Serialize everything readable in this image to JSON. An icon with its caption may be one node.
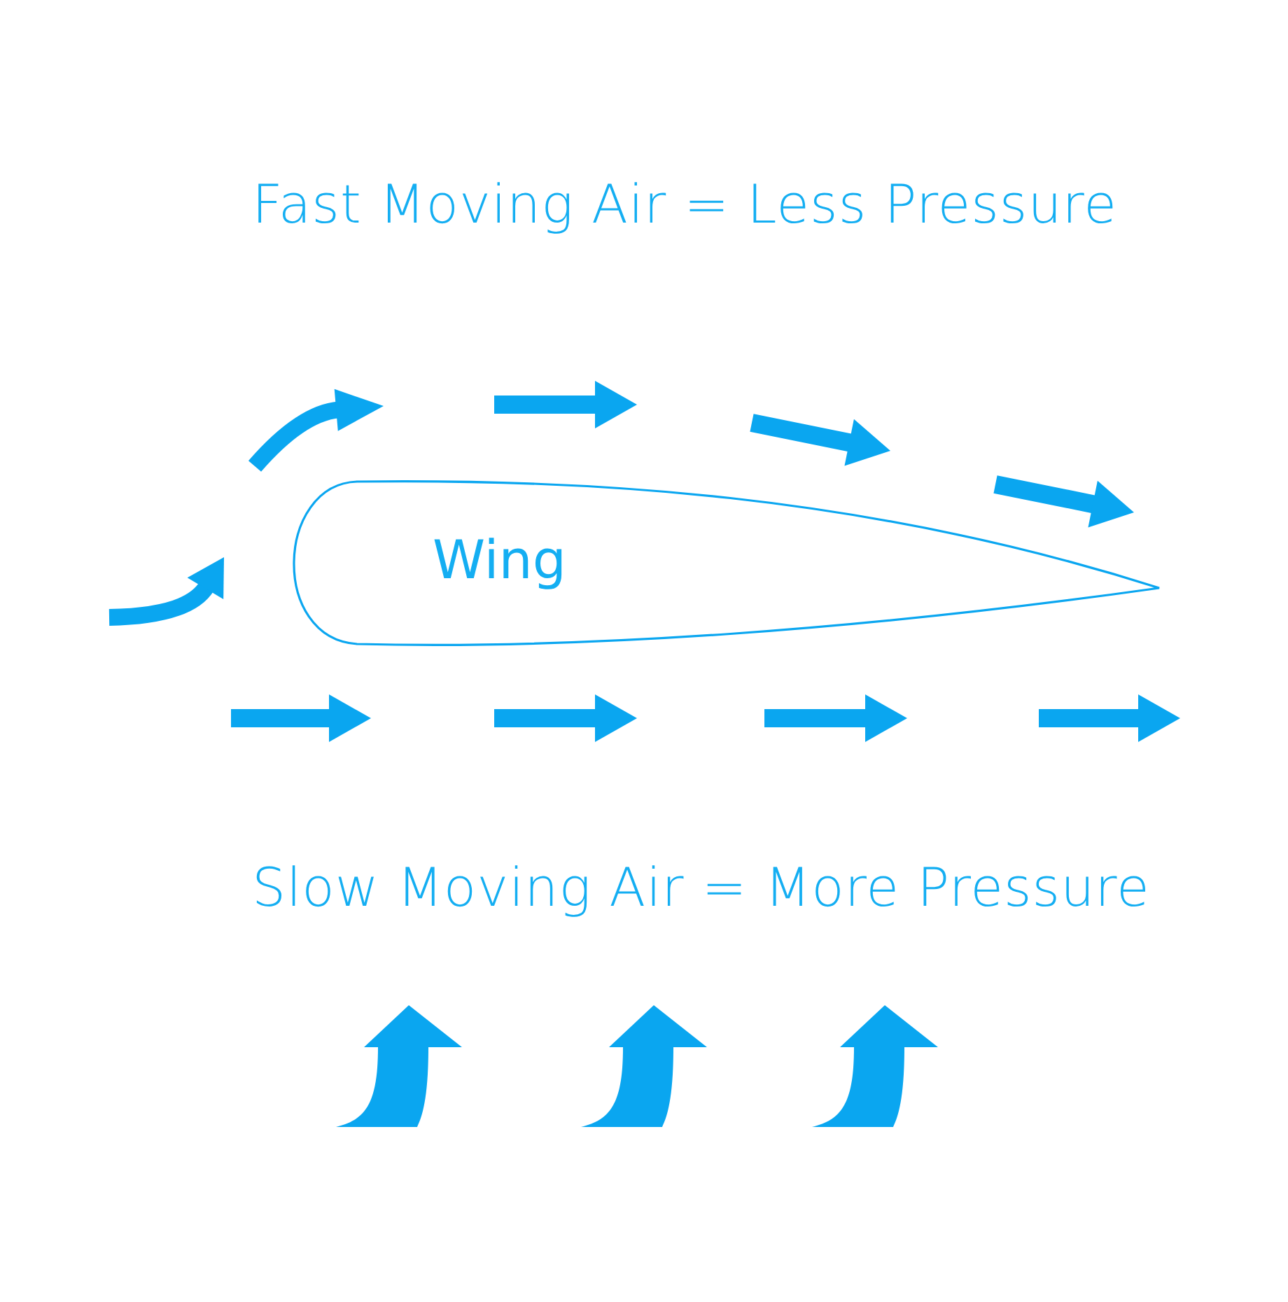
{
  "diagram": {
    "nodes": [
      {
        "text": [
          "Wing"
        ]
      }
    ],
    "labels": [
      "Fast Moving Air = Less Pressure",
      "Slow Moving Air = More Pressure"
    ]
  }
}
